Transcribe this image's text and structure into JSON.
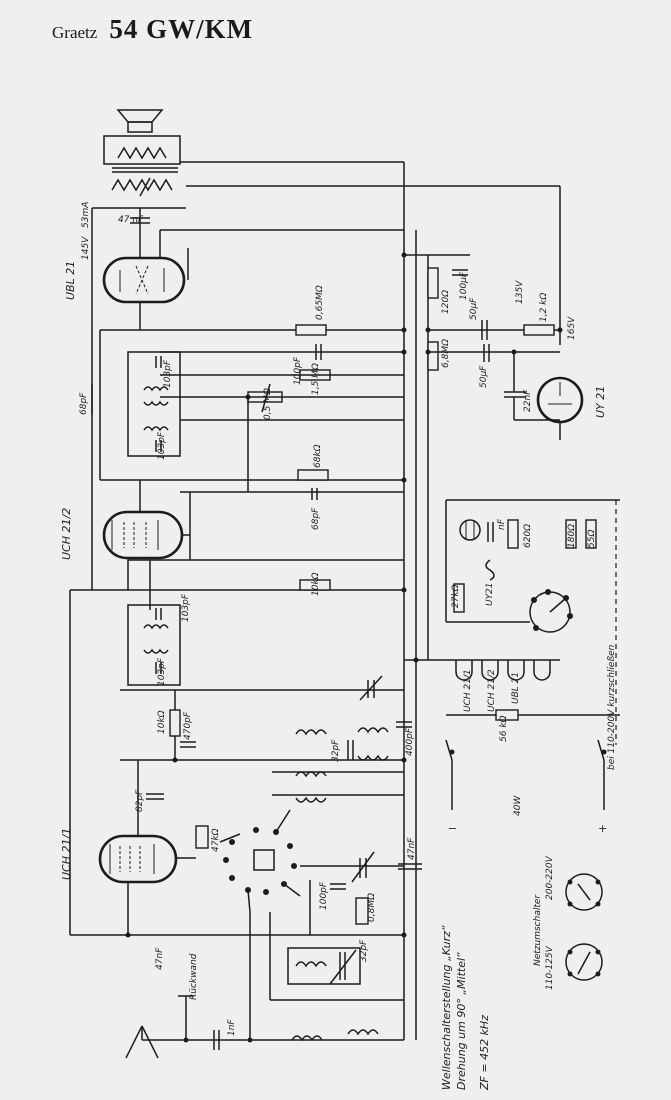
{
  "header": {
    "brand": "Graetz",
    "model": "54 GW/KM"
  },
  "tubes": {
    "ubl21": "UBL 21",
    "uch21_2": "UCH 21/2",
    "uch21_1": "UCH 21/1",
    "uy21": "UY 21"
  },
  "values": {
    "v145": "145V",
    "ma53": "53mA",
    "c47nf": "47 nF",
    "r065": "0,65MΩ",
    "c100pf_a": "100pF",
    "r15": "1,5 MΩ",
    "c103pf_1": "103pF",
    "c103pf_2": "103pF",
    "c103pf_3": "103pF",
    "c103pf_4": "103pF",
    "pot05": "0,5 MΩ",
    "c68pf_a": "68pF",
    "c68pf_b": "68pF",
    "r68k": "68kΩ",
    "r10k_a": "10kΩ",
    "r10k_b": "10kΩ",
    "c470pf": "470pF",
    "c82pf": "82pF",
    "r47k": "47kΩ",
    "c32pf_a": "32pF",
    "c32pf_b": "32pF",
    "c400pf": "400pF",
    "c47nf_b": "47nF",
    "c100pf_b": "100pF",
    "r08": "0,8MΩ",
    "c47nf_c": "47nF",
    "c1nf": "1nF",
    "rueckwand": "Rückwand",
    "r120": "120Ω",
    "c100uf": "100µF",
    "c50uf_a": "50µF",
    "c50uf_b": "50µF",
    "r68m": "6,8MΩ",
    "v135": "135V",
    "r12k": "1,2 kΩ",
    "v165": "165V",
    "c22nf": "22nF",
    "r620": "620Ω",
    "r180": "180Ω",
    "r55": "55Ω",
    "cnf": "nF",
    "r27k": "27kΩ",
    "uy21_small": "UY21",
    "heater_uch1": "UCH 21/1",
    "heater_uch2": "UCH 21/2",
    "heater_ubl": "UBL 21",
    "r56k": "56 kΩ",
    "kurz_note": "bei 110-200V kurzschließen",
    "minus": "−",
    "plus": "+",
    "w40": "40W"
  },
  "notes": {
    "line1": "Wellenschalterstellung „Kurz“",
    "line2": "Drehung um 90° „Mittel“",
    "zf": "ZF = 452 kHz",
    "netz_title": "Netzumschalter",
    "netz_200": "200-220V",
    "netz_110": "110-125V"
  }
}
